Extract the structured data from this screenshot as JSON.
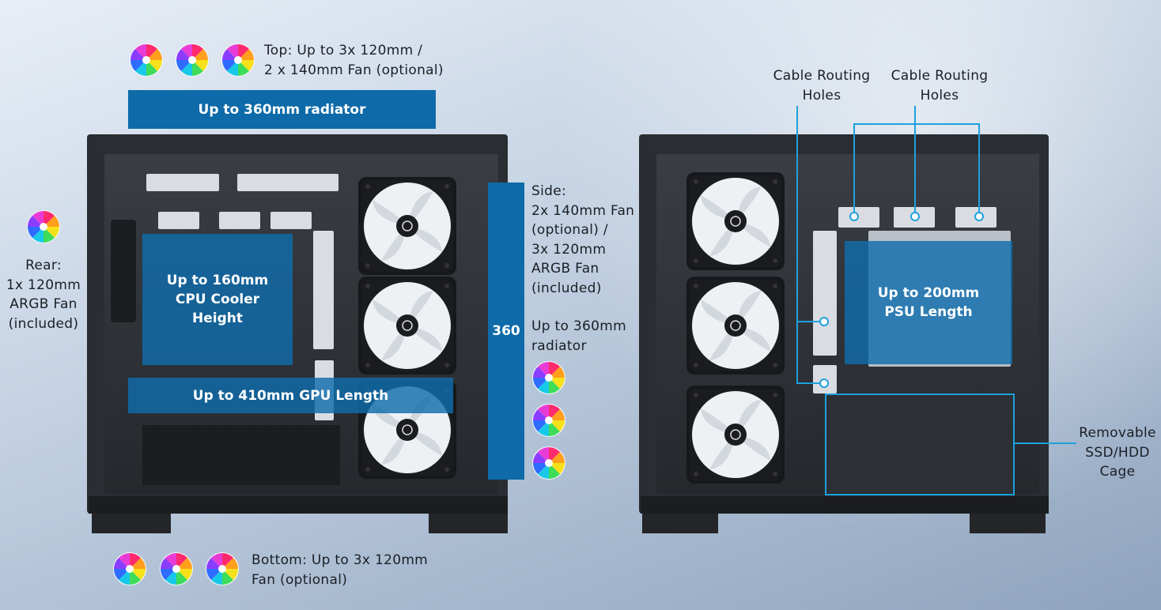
{
  "top_fans": {
    "line1": "Top: Up to 3x 120mm /",
    "line2": "2 x 140mm Fan (optional)"
  },
  "top_radiator": "Up to 360mm radiator",
  "rear_fan": {
    "line1": "Rear:",
    "line2": "1x 120mm",
    "line3": "ARGB Fan",
    "line4": "(included)"
  },
  "cpu_cooler": {
    "line1": "Up to 160mm",
    "line2": "CPU Cooler",
    "line3": "Height"
  },
  "gpu_length": "Up to 410mm GPU Length",
  "side_bar_label": "360",
  "side_fans": {
    "line1": "Side:",
    "line2": "2x 140mm Fan",
    "line3": "(optional) /",
    "line4": "3x 120mm",
    "line5": "ARGB Fan",
    "line6": "(included)"
  },
  "side_radiator": {
    "line1": "Up to 360mm",
    "line2": "radiator"
  },
  "bottom_fans": {
    "line1": "Bottom: Up to 3x 120mm",
    "line2": "Fan (optional)"
  },
  "cable_routing_1": {
    "line1": "Cable Routing",
    "line2": "Holes"
  },
  "cable_routing_2": {
    "line1": "Cable Routing",
    "line2": "Holes"
  },
  "psu_length": {
    "line1": "Up to 200mm",
    "line2": "PSU Length"
  },
  "drive_cage": {
    "line1": "Removable",
    "line2": "SSD/HDD",
    "line3": "Cage"
  },
  "colors": {
    "accent": "#0e6aa8",
    "callout": "#1da1dc",
    "case": "#2a2d31"
  }
}
